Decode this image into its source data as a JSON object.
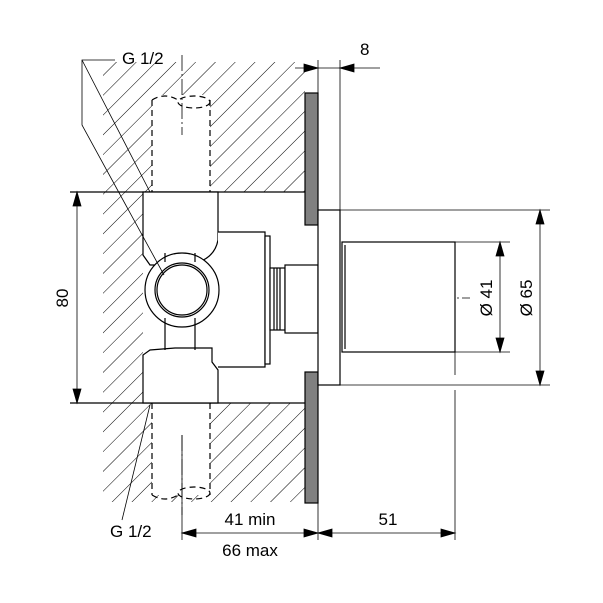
{
  "labels": {
    "thread_top": "G 1/2",
    "thread_bottom": "G 1/2",
    "height": "80",
    "plate_thickness": "8",
    "cap_diameter": "Ø 41",
    "rosette_diameter": "Ø 65",
    "depth_min": "41 min",
    "depth_max": "66 max",
    "projection": "51"
  },
  "colors": {
    "line": "#000000",
    "plate": "#808080"
  }
}
